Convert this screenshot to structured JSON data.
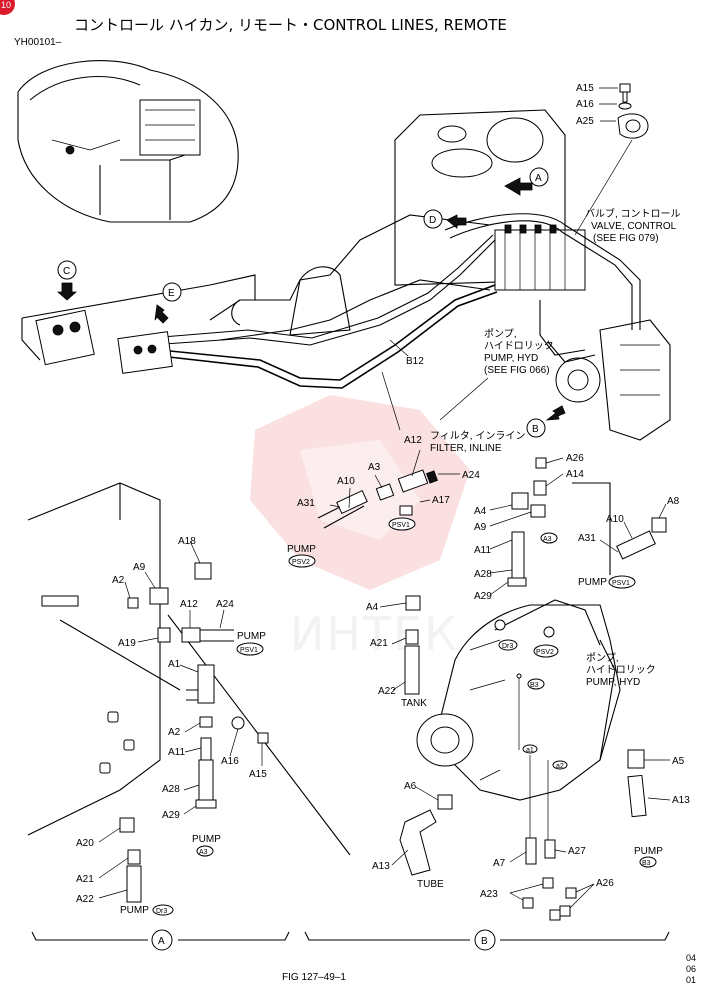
{
  "header": {
    "title": "コントロール ハイカン, リモート・CONTROL LINES, REMOTE",
    "code": "YH00101–",
    "page_tab": "10"
  },
  "watermark": {
    "text": "ИНТЕК"
  },
  "view_markers": [
    "A",
    "B",
    "C",
    "D",
    "E"
  ],
  "notes": {
    "valve_jp": "バルブ, コントロール",
    "valve_en": "VALVE, CONTROL",
    "valve_ref": "(SEE FIG 079)",
    "pump_jp": "ポンプ,",
    "pump_jp2": "ハイドロリック",
    "pump_en": "PUMP, HYD",
    "pump_ref": "(SEE FIG 066)",
    "filter_jp": "フィルタ, インライン",
    "filter_en": "FILTER, INLINE",
    "pump2_jp": "ポンプ,",
    "pump2_jp2": "ハイドロリック",
    "pump2_en": "PUMP, HYD"
  },
  "labels": {
    "a15_top": "A15",
    "a16_top": "A16",
    "a25": "A25",
    "b12": "B12",
    "a12_top": "A12",
    "a3": "A3",
    "a24_top": "A24",
    "a10_top": "A10",
    "a31_top": "A31",
    "a17": "A17",
    "a26_top": "A26",
    "a14": "A14",
    "a4_top": "A4",
    "a9_mid": "A9",
    "a11_mid": "A11",
    "a28_mid": "A28",
    "a29_mid": "A29",
    "a8": "A8",
    "a10_right": "A10",
    "a31_right": "A31",
    "a18": "A18",
    "a9_left": "A9",
    "a2_top": "A2",
    "a12_left": "A12",
    "a24_left": "A24",
    "a19": "A19",
    "a1": "A1",
    "a2_mid": "A2",
    "a11_left": "A11",
    "a16_left": "A16",
    "a15_left": "A15",
    "a28_left": "A28",
    "a29_left": "A29",
    "a20": "A20",
    "a21_left": "A21",
    "a22_left": "A22",
    "a4_mid": "A4",
    "a21_mid": "A21",
    "a22_mid": "A22",
    "a5": "A5",
    "a13_right": "A13",
    "a6": "A6",
    "a13_left": "A13",
    "a7": "A7",
    "a27": "A27",
    "a23": "A23",
    "a26_bottom": "A26"
  },
  "pump_tags": {
    "pump_word": "PUMP",
    "psv2": "PSV2",
    "psv1": "PSV1",
    "a3_tag": "A3",
    "dr3": "Dr3",
    "b3": "B3",
    "a1_tag": "a1",
    "a2_tag": "a2"
  },
  "misc": {
    "tank": "TANK",
    "tube": "TUBE"
  },
  "sections": {
    "left": "A",
    "right": "B"
  },
  "footer": {
    "fig": "FIG 127–49–1",
    "rev1": "04",
    "rev2": "06",
    "rev3": "01"
  }
}
